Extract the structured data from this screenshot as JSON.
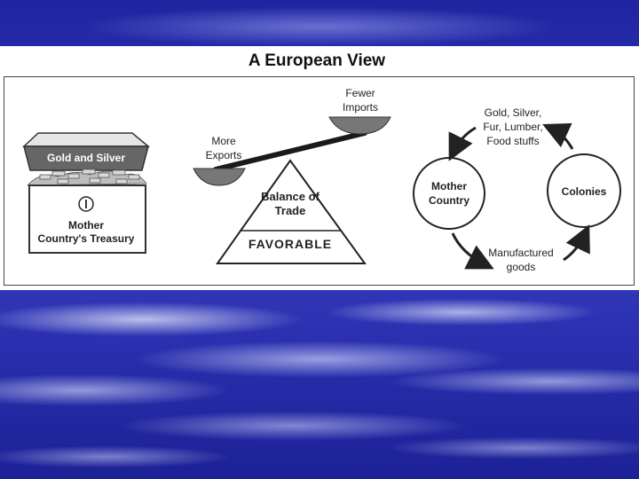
{
  "slide": {
    "title": "A European View"
  },
  "treasury": {
    "lid_label": "Gold and Silver",
    "box_label_line1": "Mother",
    "box_label_line2": "Country's Treasury"
  },
  "scale": {
    "high_pan_line1": "Fewer",
    "high_pan_line2": "Imports",
    "low_pan_line1": "More",
    "low_pan_line2": "Exports",
    "fulcrum_line1": "Balance of",
    "fulcrum_line2": "Trade",
    "base_label": "FAVORABLE"
  },
  "cycle": {
    "top_label_line1": "Gold, Silver,",
    "top_label_line2": "Fur, Lumber,",
    "top_label_line3": "Food stuffs",
    "left_circle_line1": "Mother",
    "left_circle_line2": "Country",
    "right_circle": "Colonies",
    "bottom_label_line1": "Manufactured",
    "bottom_label_line2": "goods"
  },
  "colors": {
    "sky_blue": "#2a2fa6",
    "panel_white": "#ffffff",
    "dark_gray": "#555555"
  }
}
